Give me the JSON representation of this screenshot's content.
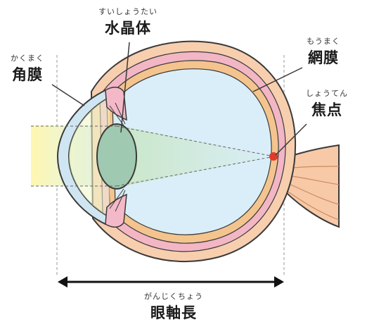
{
  "labels": {
    "lens": {
      "ruby": "すいしょうたい",
      "text": "水晶体"
    },
    "cornea": {
      "ruby": "かくまく",
      "text": "角膜"
    },
    "retina": {
      "ruby": "もうまく",
      "text": "網膜"
    },
    "focus": {
      "ruby": "しょうてん",
      "text": "焦点"
    },
    "axial": {
      "ruby": "がんじくちょう",
      "text": "眼軸長"
    }
  },
  "colors": {
    "outline": "#3a3a3a",
    "sclera_outer": "#f7cfae",
    "choroid": "#f2b6c4",
    "retina_band": "#f7d9a8",
    "vitreous": "#d9eef8",
    "cornea": "#cfe6f2",
    "lens": "#9fc9b0",
    "light_beam": "#fff5b8",
    "focal_point": "#e03a2a"
  }
}
